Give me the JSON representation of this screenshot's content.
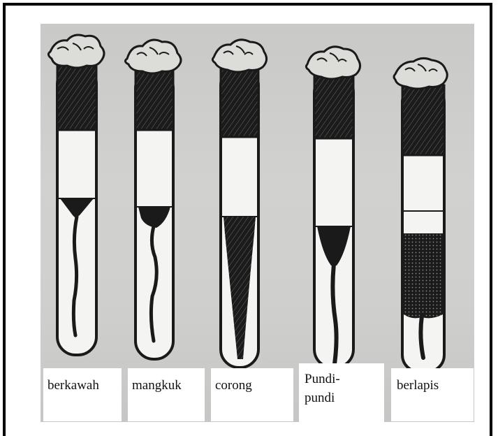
{
  "figure": {
    "tubes": [
      {
        "id": "berkawah",
        "label": "berkawah",
        "growth": "crater"
      },
      {
        "id": "mangkuk",
        "label": "mangkuk",
        "growth": "bowl"
      },
      {
        "id": "corong",
        "label": "corong",
        "growth": "funnel"
      },
      {
        "id": "pundi",
        "label": "Pundi-pundi",
        "label_line1": "Pundi-",
        "label_line2": "pundi",
        "growth": "pouch"
      },
      {
        "id": "berlapis",
        "label": "berlapis",
        "growth": "layered"
      }
    ],
    "colors": {
      "background": "#cdcdcb",
      "ink": "#1a1a1a",
      "glass": "#f4f4f2",
      "cap": "#dcdcd8"
    }
  }
}
